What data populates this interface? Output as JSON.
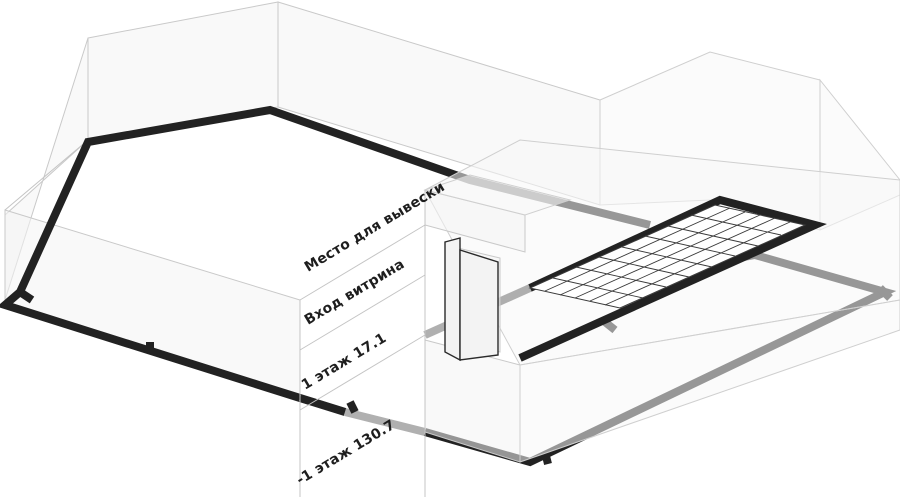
{
  "labels": {
    "sign_area": "Место для вывески",
    "entrance": "Вход витрина",
    "floor1": "1 этаж 17.1",
    "floor_minus1": "-1 этаж 130.7"
  },
  "colors": {
    "wall_fill": "#f4f4f4",
    "wall_stroke": "#c9c9c9",
    "floor_outline": "#222222",
    "text": "#1e1e1e"
  }
}
